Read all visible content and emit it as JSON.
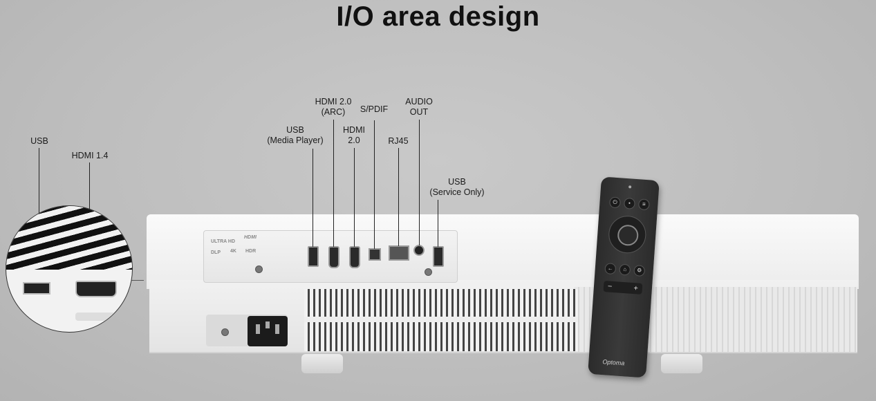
{
  "title": "I/O area design",
  "labels": {
    "usb_side": "USB",
    "hdmi14": "HDMI 1.4",
    "usb_media_1": "USB",
    "usb_media_2": "(Media Player)",
    "hdmi20arc_1": "HDMI 2.0",
    "hdmi20arc_2": "(ARC)",
    "hdmi20_1": "HDMI",
    "hdmi20_2": "2.0",
    "spdif": "S/PDIF",
    "rj45": "RJ45",
    "audio_1": "AUDIO",
    "audio_2": "OUT",
    "usb_service_1": "USB",
    "usb_service_2": "(Service Only)"
  },
  "panel_logos": {
    "ultrahd": "ULTRA HD",
    "hdmi": "HDMI",
    "dlp": "DLP",
    "k4": "4K",
    "hdr": "HDR"
  },
  "remote": {
    "brand": "Optoma",
    "vol_minus": "−",
    "vol_plus": "+"
  }
}
